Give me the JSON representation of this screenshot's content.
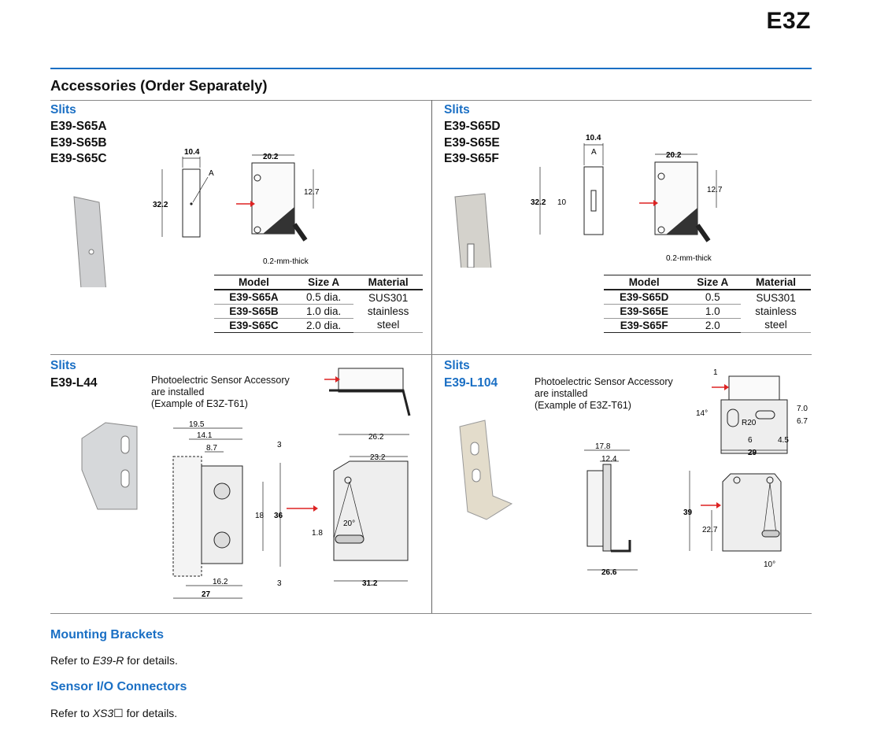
{
  "header": {
    "brand": "E3Z"
  },
  "section_title": "Accessories (Order Separately)",
  "slits_left": {
    "heading": "Slits",
    "models": [
      "E39-S65A",
      "E39-S65B",
      "E39-S65C"
    ],
    "note": "0.2-mm-thick",
    "dims": {
      "w": "10.4",
      "h": "32.2",
      "a": "A",
      "w2": "20.2",
      "h2": "12.7"
    },
    "table": {
      "headers": [
        "Model",
        "Size A",
        "Material"
      ],
      "rows": [
        [
          "E39-S65A",
          "0.5 dia."
        ],
        [
          "E39-S65B",
          "1.0 dia."
        ],
        [
          "E39-S65C",
          "2.0 dia."
        ]
      ],
      "material": [
        "SUS301",
        "stainless",
        "steel"
      ]
    }
  },
  "slits_right": {
    "heading": "Slits",
    "models": [
      "E39-S65D",
      "E39-S65E",
      "E39-S65F"
    ],
    "note": "0.2-mm-thick",
    "dims": {
      "w": "10.4",
      "h": "32.2",
      "a": "A",
      "ten": "10",
      "w2": "20.2",
      "h2": "12.7"
    },
    "table": {
      "headers": [
        "Model",
        "Size A",
        "Material"
      ],
      "rows": [
        [
          "E39-S65D",
          "0.5"
        ],
        [
          "E39-S65E",
          "1.0"
        ],
        [
          "E39-S65F",
          "2.0"
        ]
      ],
      "material": [
        "SUS301",
        "stainless",
        "steel"
      ]
    }
  },
  "bracket_left": {
    "heading": "Slits",
    "model": "E39-L44",
    "caption": [
      "Photoelectric Sensor Accessory",
      "are installed",
      "(Example of E3Z-T61)"
    ],
    "dims": {
      "d195": "19.5",
      "d141": "14.1",
      "d87": "8.7",
      "d3a": "3",
      "d18": "18",
      "d36": "36",
      "d3b": "3",
      "d162": "16.2",
      "d27": "27",
      "d262": "26.2",
      "d232": "23.2",
      "d20": "20°",
      "d18b": "1.8",
      "d312": "31.2"
    }
  },
  "bracket_right": {
    "heading": "Slits",
    "model": "E39-L104",
    "caption": [
      "Photoelectric Sensor Accessory",
      "are installed",
      "(Example of E3Z-T61)"
    ],
    "dims": {
      "d1": "1",
      "d14": "14°",
      "dR20": "R20",
      "d70": "7.0",
      "d67": "6.7",
      "d6": "6",
      "d45": "4.5",
      "d29": "29",
      "d178": "17.8",
      "d124": "12.4",
      "d266": "26.6",
      "d39": "39",
      "d227": "22.7",
      "d10": "10°"
    }
  },
  "mounting": {
    "heading": "Mounting Brackets",
    "text_pre": "Refer to ",
    "ref": "E39-R",
    "text_post": " for details."
  },
  "connectors": {
    "heading": "Sensor I/O Connectors",
    "text_pre": "Refer to ",
    "ref": "XS3☐",
    "text_post": " for details."
  }
}
